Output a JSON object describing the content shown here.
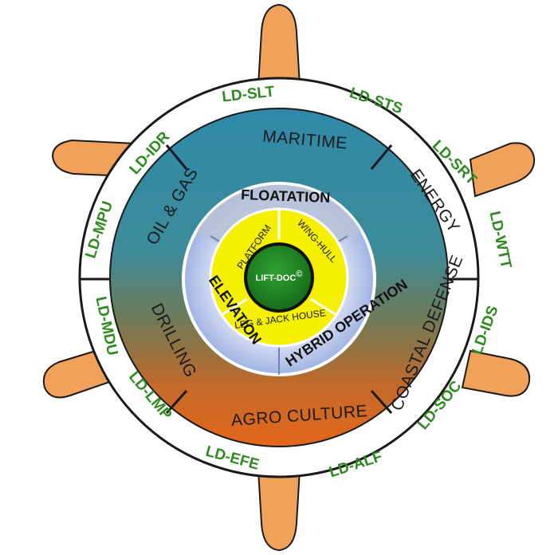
{
  "outer_ring_labels": [
    "LD-SLT",
    "LD-STS",
    "LD-SRT",
    "LD-WTT",
    "LD-IDS",
    "LD-SOC",
    "LD-ALF",
    "LD-EFE",
    "LD-LMP",
    "LD-MDU",
    "LD-MPU",
    "LD-IDR"
  ],
  "sectors": {
    "maritime": "MARITIME",
    "energy": "ENERGY",
    "coastal_defense": "COASTAL DEFENSE",
    "agro_culture": "AGRO CULTURE",
    "drilling": "DRILLING",
    "oil_gas": "OIL & GAS"
  },
  "middle_ring": {
    "floatation": "FLOATATION",
    "hybrid_operation": "HYBRID OPERATION",
    "elevation": "ELEVATION"
  },
  "inner_ring": {
    "platform": "PLATFORM",
    "wing_hull": "WING-HULL",
    "leg_jack_house": "LEG & JACK HOUSE"
  },
  "hub": {
    "label": "LIFT-DOC",
    "mark": "©"
  },
  "colors": {
    "handle": "#f0a15a",
    "handle_stroke": "#1a1a1a",
    "outer_ring": "#ffffff",
    "label_green": "#2e8b1e",
    "teal": "#3a8fa5",
    "orange": "#e06a1c",
    "middle_ring_light": "#c8d3ee",
    "middle_ring_grey": "#b7bfcc",
    "inner_ring_yellow": "#f4f000",
    "hub_green": "#1f8a22"
  }
}
